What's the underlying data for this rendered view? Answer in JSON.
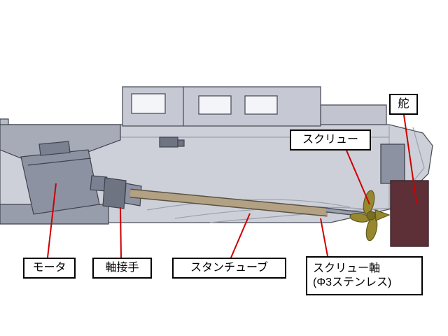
{
  "labels": {
    "rudder": {
      "text": "舵"
    },
    "screw": {
      "text": "スクリュー"
    },
    "motor": {
      "text": "モータ"
    },
    "coupling": {
      "text": "軸接手"
    },
    "stern_tube": {
      "text": "スタンチューブ"
    },
    "screw_shaft": {
      "line1": "スクリュー軸",
      "line2": "(Φ3ステンレス)"
    }
  },
  "colors": {
    "leader_line": "#cc0000",
    "label_border": "#000000",
    "label_background": "#ffffff",
    "hull": "#cdd0d8",
    "superstructure": "#c6c9d3",
    "motor": "#8d92a2",
    "shaft_tube": "#b3a184",
    "propeller": "#97882e",
    "rudder": "#5d3037"
  }
}
